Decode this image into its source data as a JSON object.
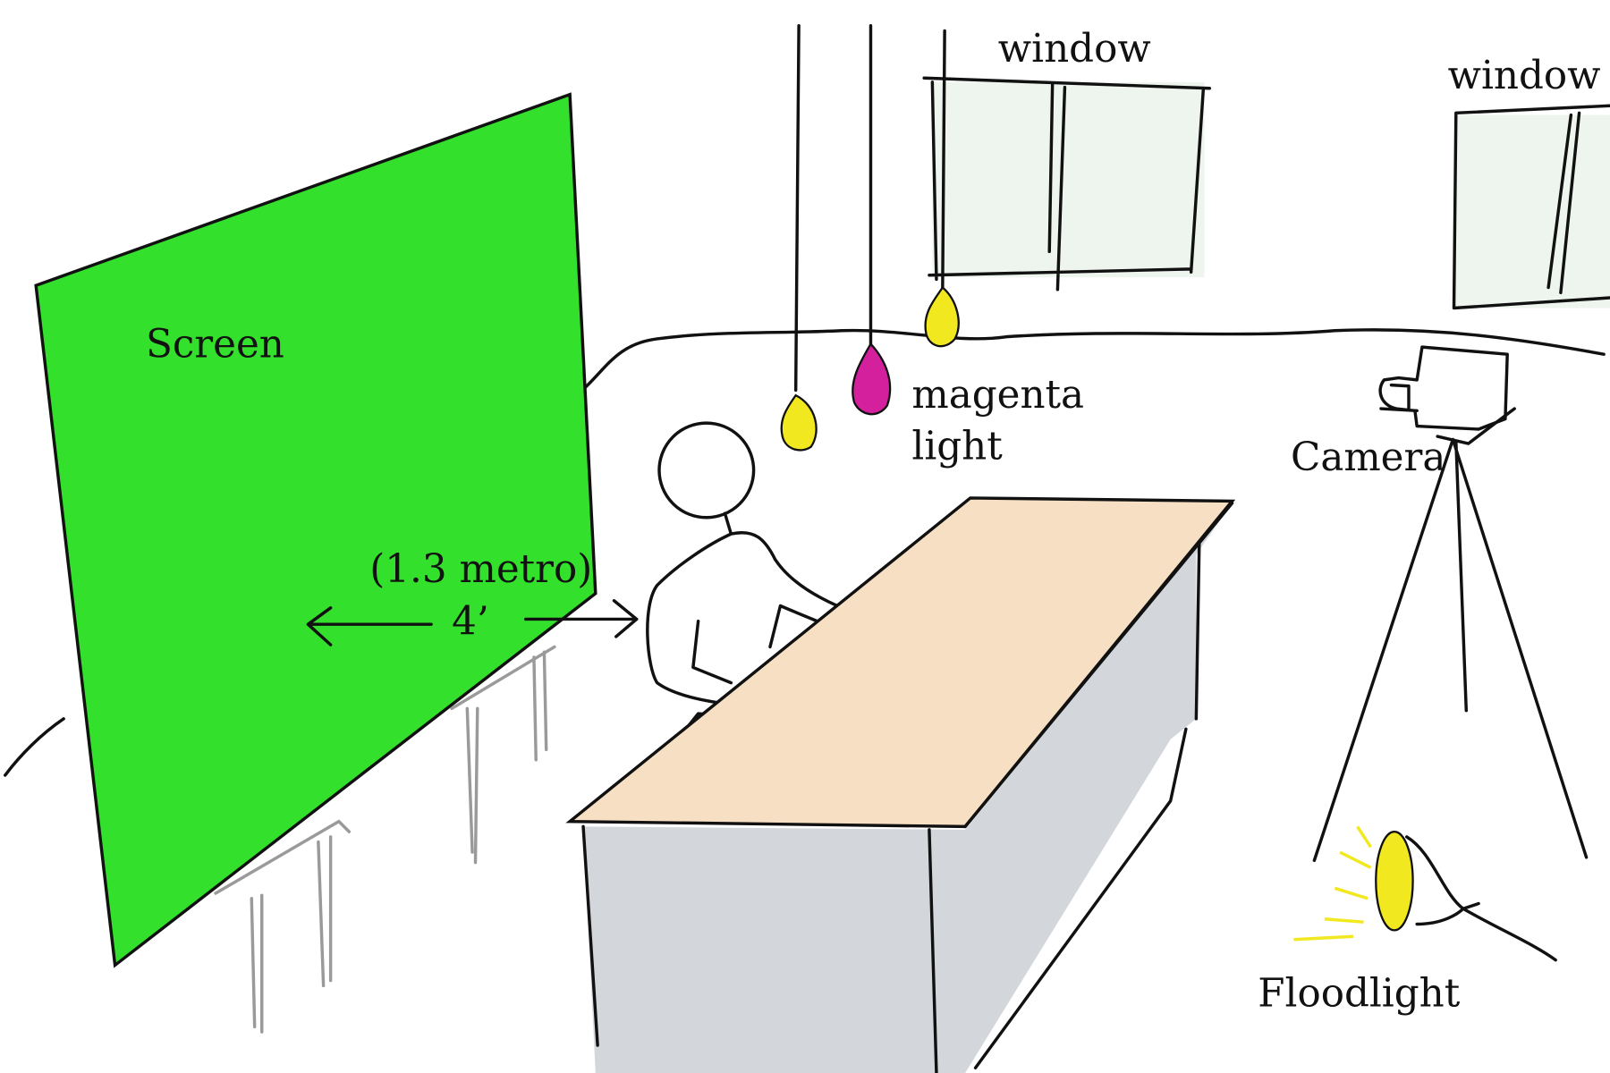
{
  "labels": {
    "window_1": "window",
    "window_2": "window",
    "screen": "Screen",
    "magenta_light_line1": "magenta",
    "magenta_light_line2": "light",
    "camera": "Camera",
    "distance_metric": "(1.3 metro)",
    "distance_imperial": "4’",
    "floodlight": "Floodlight"
  },
  "colors": {
    "screen": "#33e12d",
    "yellow_light": "#f2e81f",
    "magenta_light": "#d4209c",
    "table_top": "#f6dfc3",
    "table_body": "#d3d6db",
    "window_glass": "#eef4ee"
  }
}
